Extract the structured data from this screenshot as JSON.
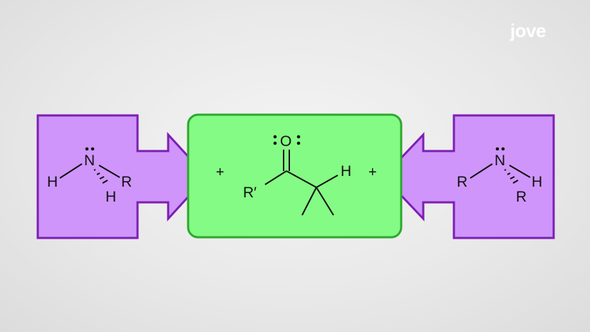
{
  "logo": {
    "text": "jove"
  },
  "colors": {
    "arrow_fill": "#cf95fb",
    "arrow_stroke": "#7d1fb3",
    "center_fill": "#84fb84",
    "center_stroke": "#2da82d"
  },
  "left_amine": {
    "n": "N",
    "h_left": "H",
    "h_below": "H",
    "r": "R"
  },
  "carbonyl": {
    "o": "O",
    "r_prime": "R′",
    "h": "H"
  },
  "right_amine": {
    "n": "N",
    "r_left": "R",
    "h_right": "H",
    "r_below": "R"
  },
  "plus_left": "+",
  "plus_right": "+"
}
